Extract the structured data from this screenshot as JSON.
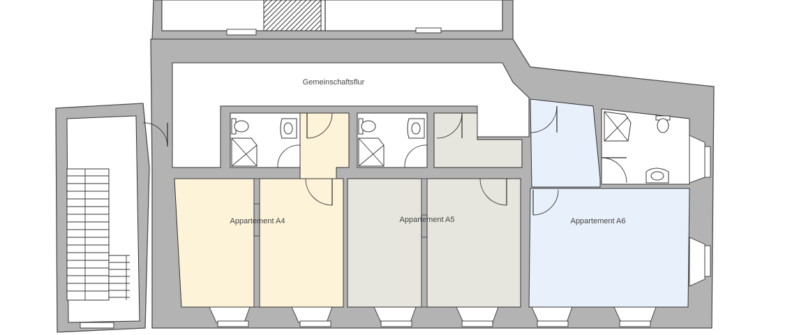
{
  "rooms": {
    "corridor": "Gemeinschaftsflur",
    "apt_a4": "Appartement A4",
    "apt_a5": "Appartement A5",
    "apt_a6": "Appartement A6"
  },
  "colors": {
    "wall": "#b3b3b3",
    "apt_a4": "#fdf3d8",
    "apt_a5": "#e6e6de",
    "apt_a6": "#e8f1fb",
    "bath": "#ffffff"
  },
  "icons": [
    "door-swing-icon",
    "shower-icon",
    "toilet-icon",
    "sink-icon",
    "window-icon",
    "staircase-icon"
  ]
}
